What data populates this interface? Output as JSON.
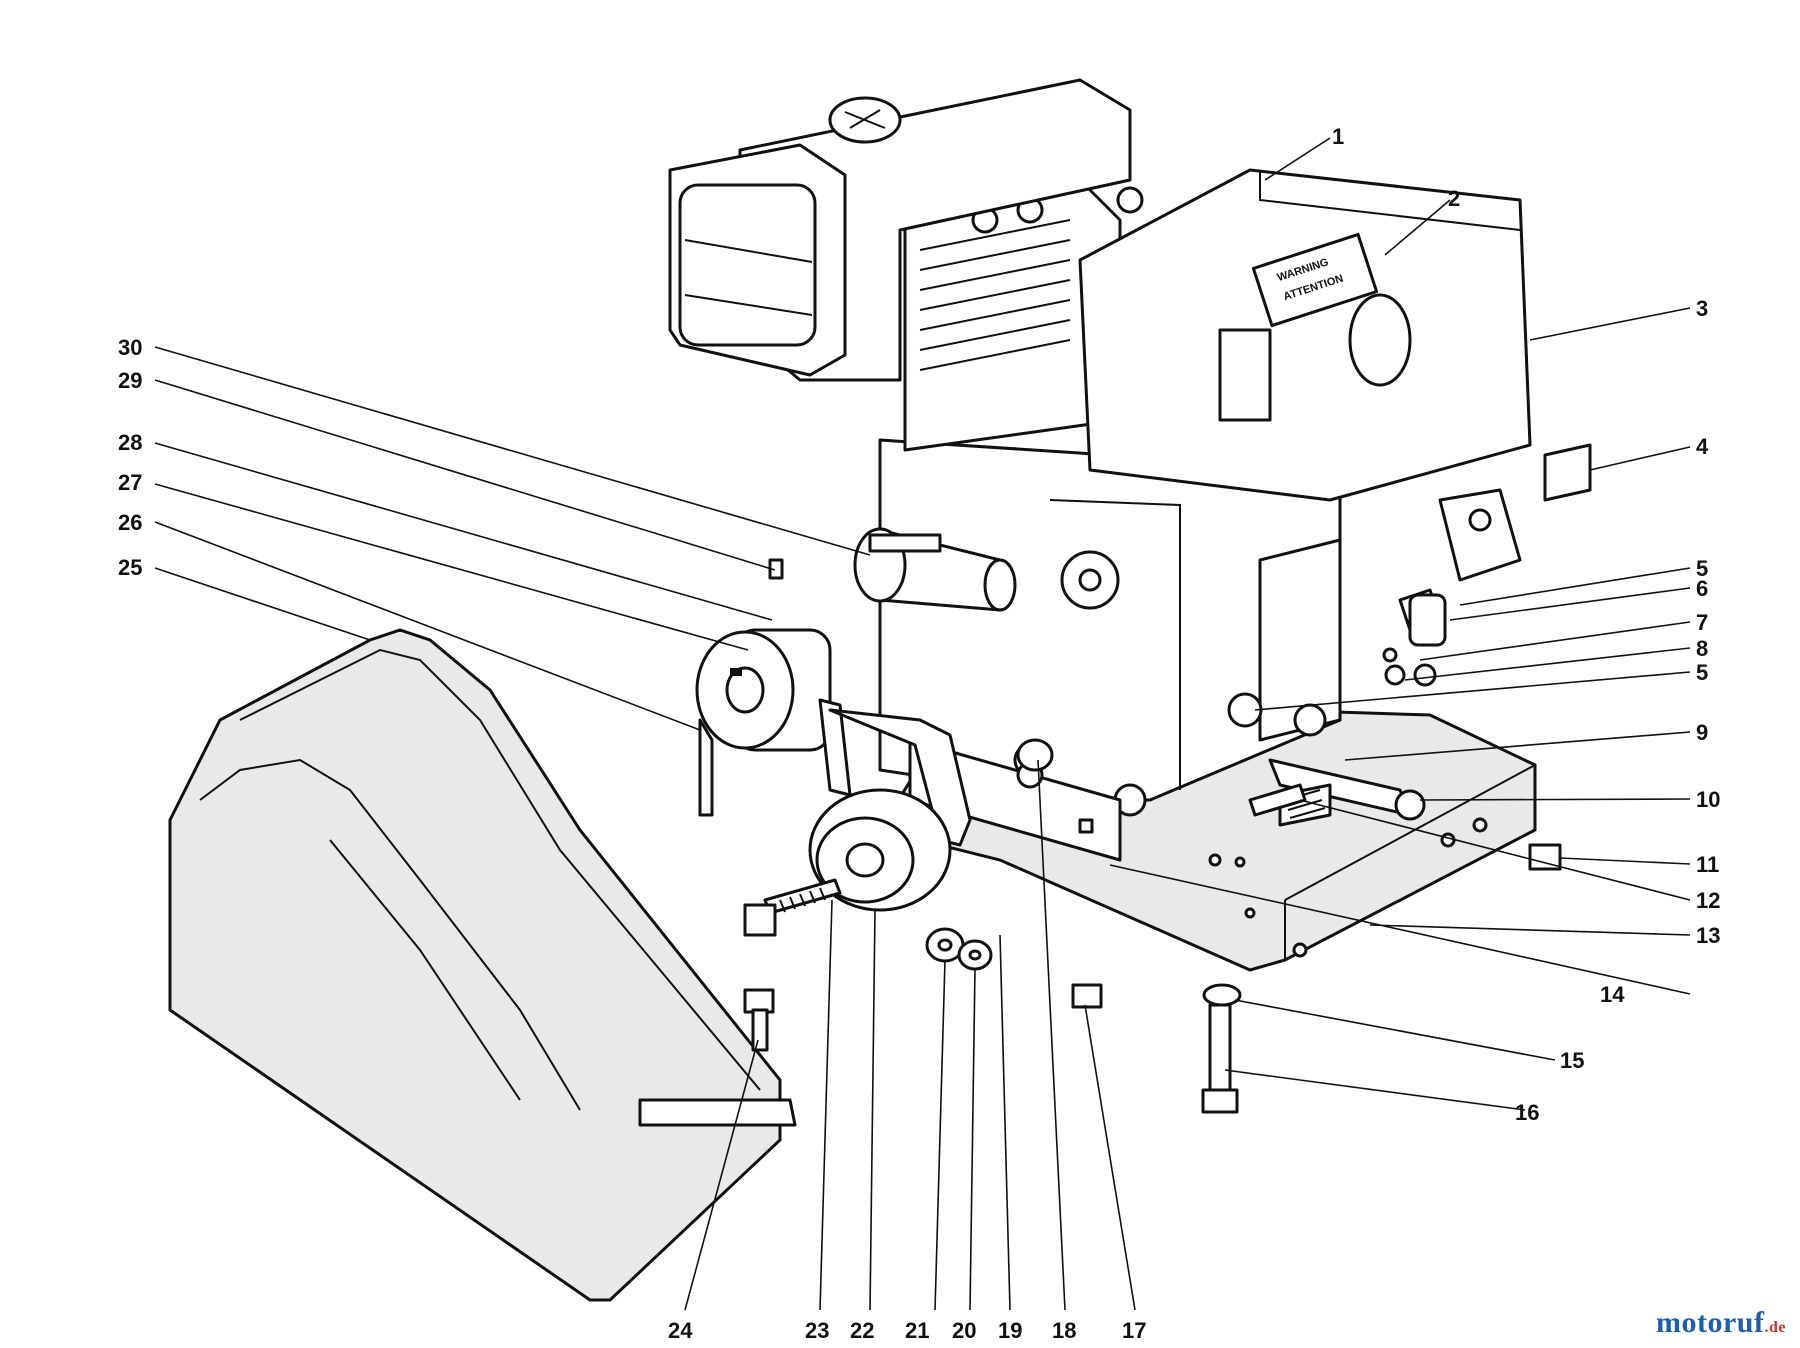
{
  "diagram": {
    "callouts": [
      "1",
      "2",
      "3",
      "4",
      "5",
      "6",
      "7",
      "8",
      "5",
      "9",
      "10",
      "11",
      "12",
      "13",
      "14",
      "15",
      "16",
      "17",
      "18",
      "19",
      "20",
      "21",
      "22",
      "23",
      "24",
      "25",
      "26",
      "27",
      "28",
      "29",
      "30"
    ],
    "decal_lines": [
      "WARNING",
      "ATTENTION"
    ]
  },
  "watermark": {
    "name": "motoruf",
    "tld": ".de"
  }
}
